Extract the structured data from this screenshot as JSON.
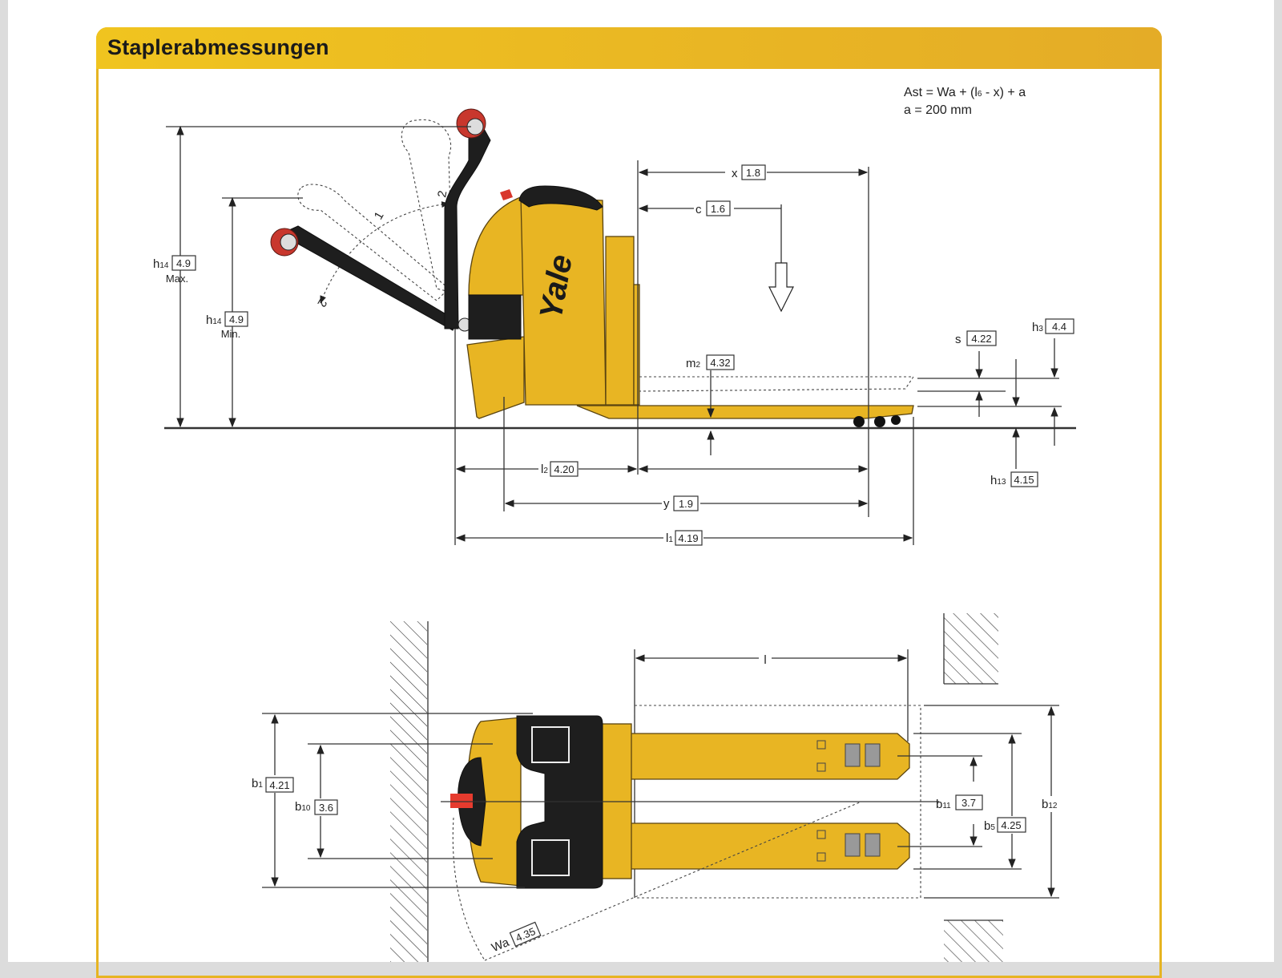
{
  "header": {
    "title": "Staplerabmessungen"
  },
  "formula": {
    "line1_pre": "Ast = Wa + (l",
    "line1_sub": "6",
    "line1_post": " - x) + a",
    "line2": "a = 200 mm"
  },
  "logo": "Yale",
  "side_view": {
    "rotation_labels": [
      "1",
      "2",
      "2"
    ],
    "dims": {
      "h14_max": {
        "symbol": "h",
        "sub": "14",
        "value": "4.9",
        "note": "Max."
      },
      "h14_min": {
        "symbol": "h",
        "sub": "14",
        "value": "4.9",
        "note": "Min."
      },
      "x": {
        "symbol": "x",
        "value": "1.8"
      },
      "c": {
        "symbol": "c",
        "value": "1.6"
      },
      "m2": {
        "symbol": "m",
        "sub": "2",
        "value": "4.32"
      },
      "s": {
        "symbol": "s",
        "value": "4.22"
      },
      "h3": {
        "symbol": "h",
        "sub": "3",
        "value": "4.4"
      },
      "h13": {
        "symbol": "h",
        "sub": "13",
        "value": "4.15"
      },
      "l2": {
        "symbol": "l",
        "sub": "2",
        "value": "4.20"
      },
      "y": {
        "symbol": "y",
        "value": "1.9"
      },
      "l1": {
        "symbol": "l",
        "sub": "1",
        "value": "4.19"
      }
    }
  },
  "top_view": {
    "dims": {
      "l": {
        "symbol": "l"
      },
      "b1": {
        "symbol": "b",
        "sub": "1",
        "value": "4.21"
      },
      "b10": {
        "symbol": "b",
        "sub": "10",
        "value": "3.6"
      },
      "b11": {
        "symbol": "b",
        "sub": "11",
        "value": "3.7"
      },
      "b5": {
        "symbol": "b",
        "sub": "5",
        "value": "4.25"
      },
      "b12": {
        "symbol": "b",
        "sub": "12"
      },
      "wa": {
        "symbol": "Wa",
        "value": "4.35"
      }
    }
  },
  "colors": {
    "accent": "#e8b523",
    "header_start": "#f0c41f",
    "header_end": "#e4ac27",
    "wheel": "#c8372d"
  }
}
